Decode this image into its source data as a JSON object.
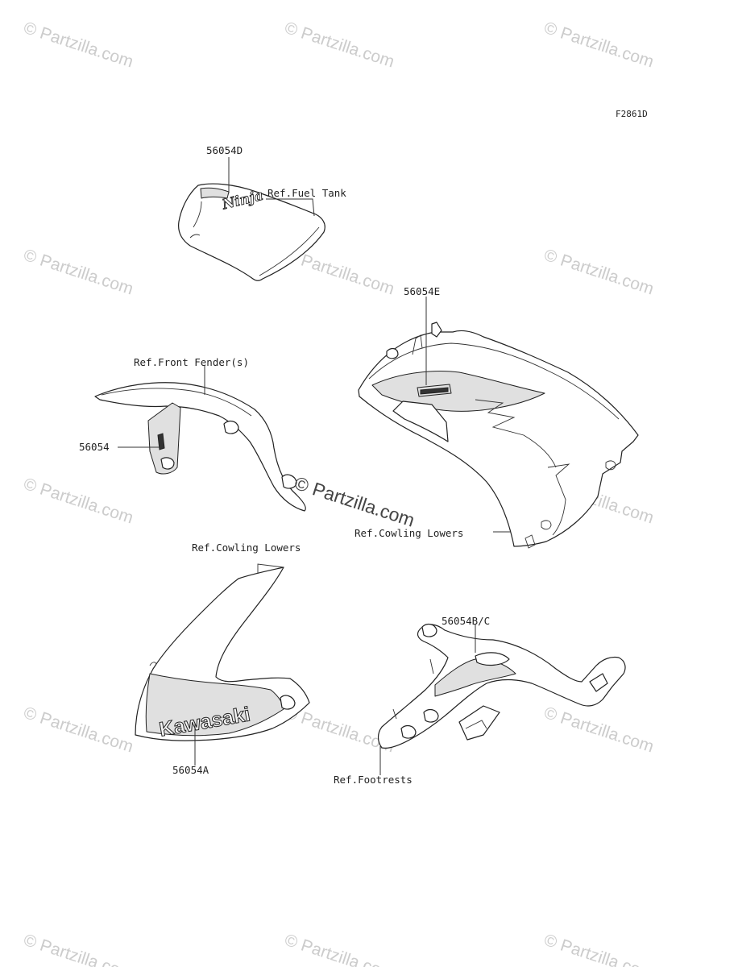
{
  "diagram_code": "F2861D",
  "watermark": "© Partzilla.com",
  "labels": {
    "fuel_tank_part": "56054D",
    "fuel_tank_ref": "Ref.Fuel Tank",
    "cowling_upper_part": "56054E",
    "front_fender_ref": "Ref.Front Fender(s)",
    "front_fender_part": "56054",
    "cowling_right_ref": "Ref.Cowling Lowers",
    "cowling_left_ref": "Ref.Cowling Lowers",
    "footrest_part": "56054B/C",
    "cowling_left_part": "56054A",
    "footrests_ref": "Ref.Footrests"
  },
  "decal_text": {
    "ninja": "Ninja",
    "kawasaki": "Kawasaki"
  }
}
